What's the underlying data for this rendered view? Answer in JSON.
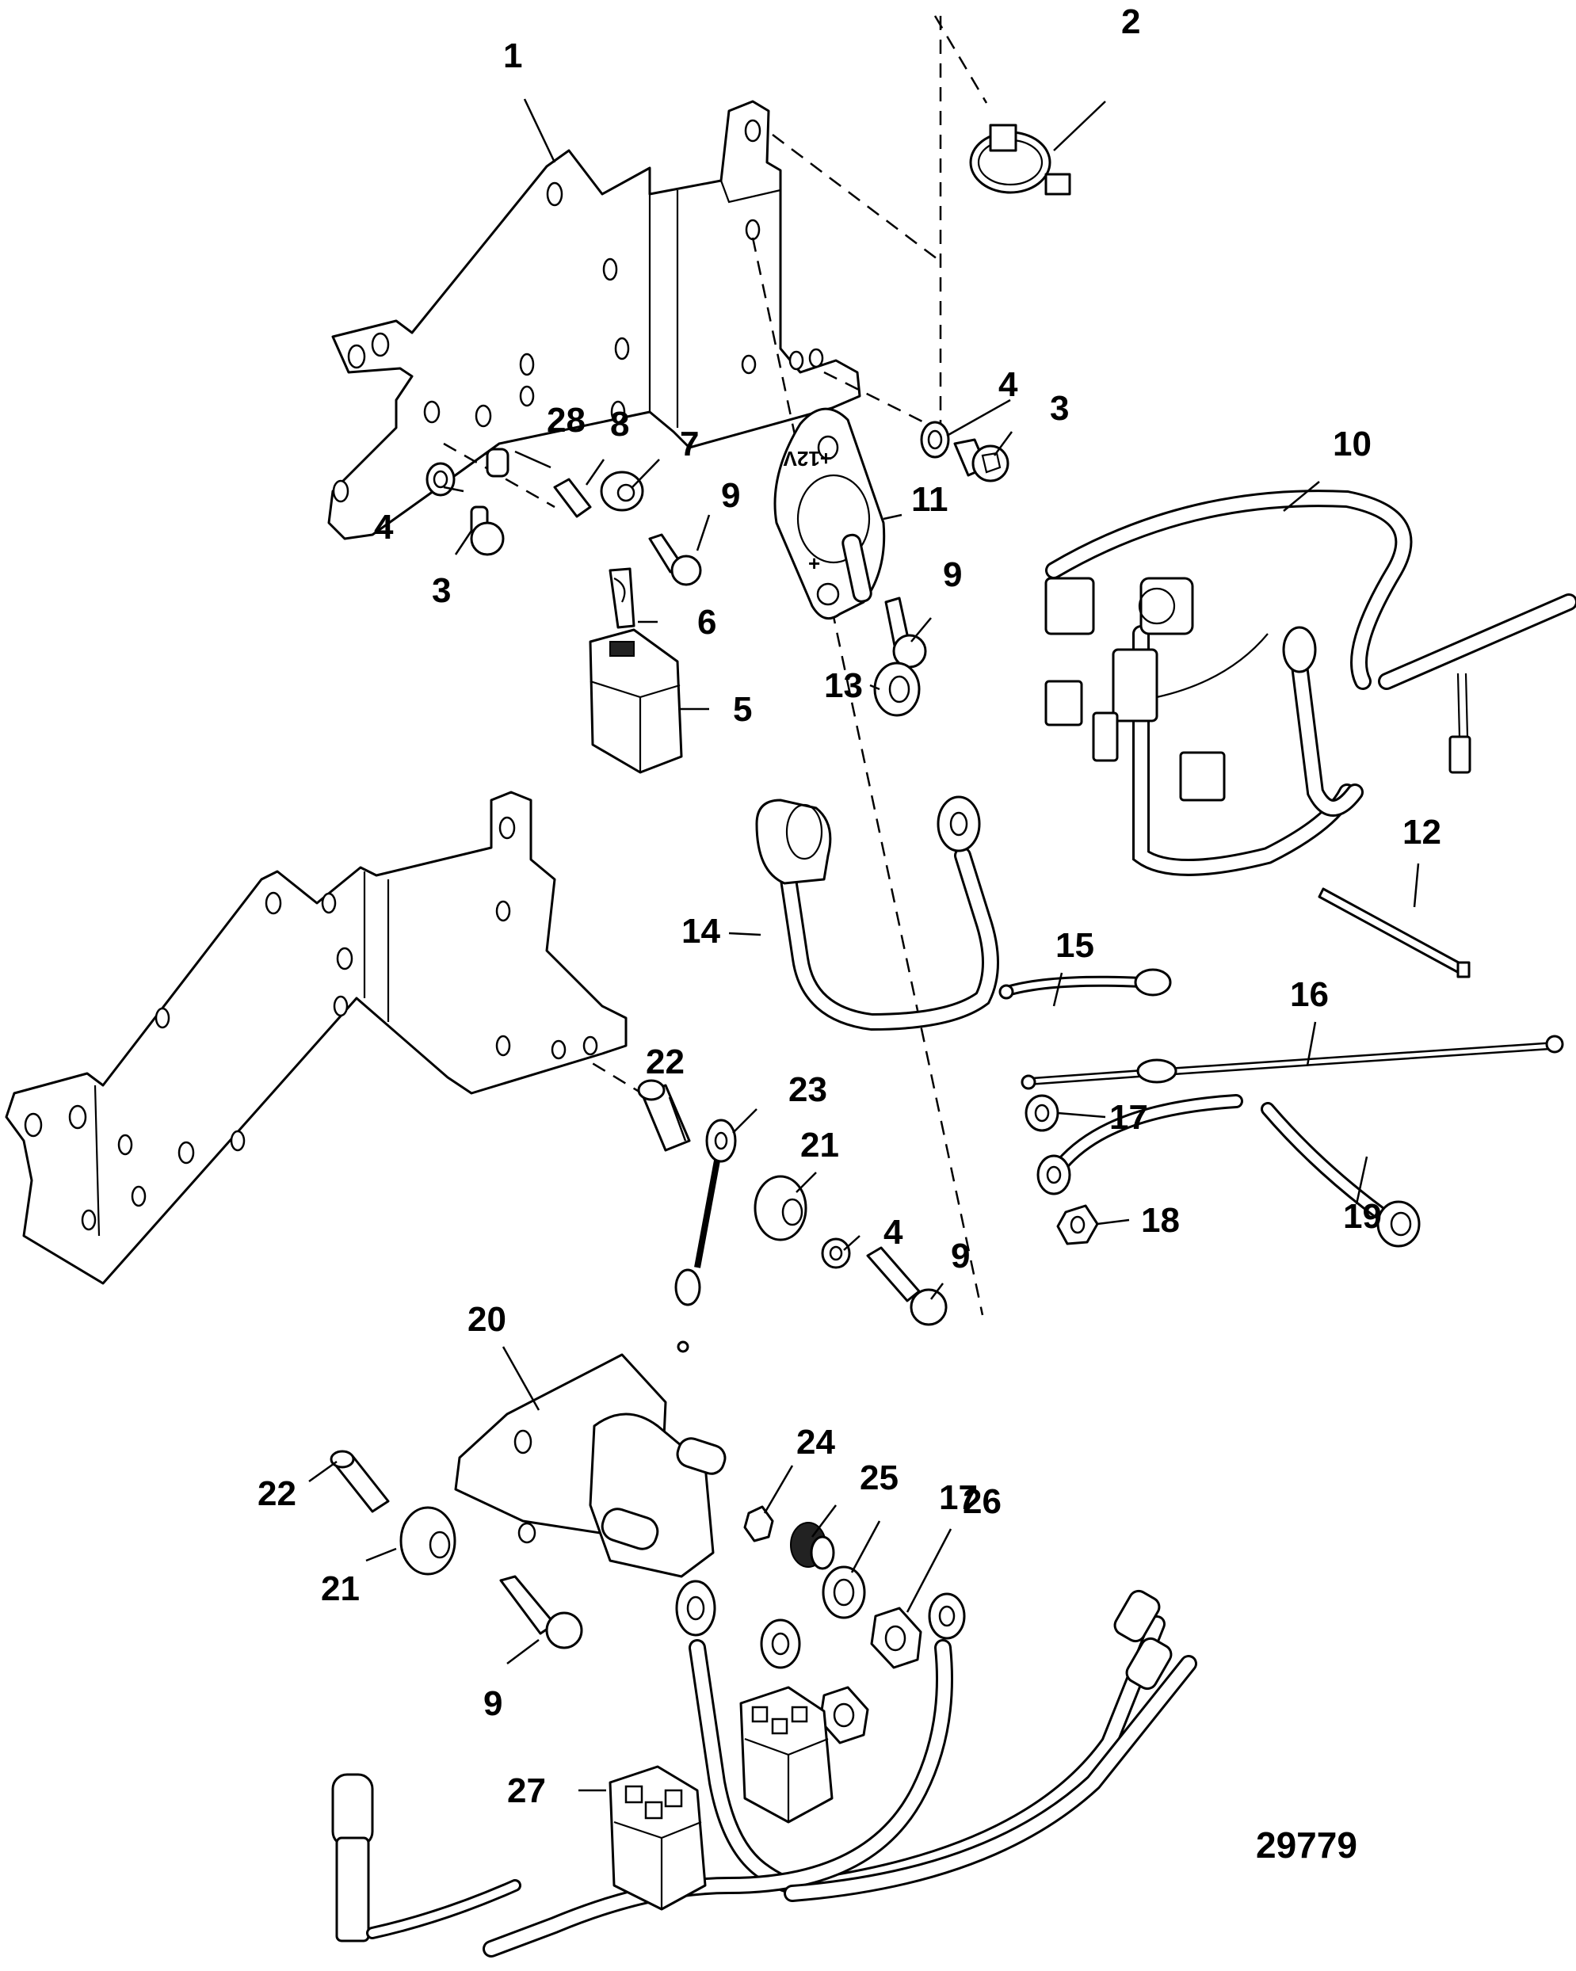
{
  "diagram": {
    "title": "Exploded parts diagram - electrical bracket, relays and harness",
    "figure_id": "29779",
    "part_marking_12v": "+12V",
    "part_marking_plus": "+",
    "callouts": [
      {
        "id": "1",
        "label": "1",
        "part": "bracket-upper"
      },
      {
        "id": "2",
        "label": "2",
        "part": "hose-clamp"
      },
      {
        "id": "3a",
        "label": "3",
        "part": "bolt"
      },
      {
        "id": "3b",
        "label": "3",
        "part": "bolt"
      },
      {
        "id": "4a",
        "label": "4",
        "part": "washer"
      },
      {
        "id": "4b",
        "label": "4",
        "part": "washer"
      },
      {
        "id": "4c",
        "label": "4",
        "part": "washer"
      },
      {
        "id": "5",
        "label": "5",
        "part": "relay"
      },
      {
        "id": "6",
        "label": "6",
        "part": "relay-clip"
      },
      {
        "id": "7",
        "label": "7",
        "part": "grommet"
      },
      {
        "id": "8",
        "label": "8",
        "part": "sleeve"
      },
      {
        "id": "9a",
        "label": "9",
        "part": "screw"
      },
      {
        "id": "9b",
        "label": "9",
        "part": "screw"
      },
      {
        "id": "9c",
        "label": "9",
        "part": "screw"
      },
      {
        "id": "9d",
        "label": "9",
        "part": "screw"
      },
      {
        "id": "10",
        "label": "10",
        "part": "wiring-harness"
      },
      {
        "id": "11",
        "label": "11",
        "part": "circuit-breaker"
      },
      {
        "id": "12",
        "label": "12",
        "part": "cable-tie"
      },
      {
        "id": "13",
        "label": "13",
        "part": "washer"
      },
      {
        "id": "14",
        "label": "14",
        "part": "battery-cable"
      },
      {
        "id": "15",
        "label": "15",
        "part": "wire-lead"
      },
      {
        "id": "16",
        "label": "16",
        "part": "fuse-lead"
      },
      {
        "id": "17a",
        "label": "17",
        "part": "lock-washer"
      },
      {
        "id": "17b",
        "label": "17",
        "part": "lock-washer"
      },
      {
        "id": "18",
        "label": "18",
        "part": "nut"
      },
      {
        "id": "19",
        "label": "19",
        "part": "ground-cable"
      },
      {
        "id": "20",
        "label": "20",
        "part": "starter-solenoid"
      },
      {
        "id": "21a",
        "label": "21",
        "part": "grommet"
      },
      {
        "id": "21b",
        "label": "21",
        "part": "grommet"
      },
      {
        "id": "22a",
        "label": "22",
        "part": "sleeve"
      },
      {
        "id": "22b",
        "label": "22",
        "part": "sleeve"
      },
      {
        "id": "23",
        "label": "23",
        "part": "wire-lead"
      },
      {
        "id": "24",
        "label": "24",
        "part": "nut"
      },
      {
        "id": "25",
        "label": "25",
        "part": "boot"
      },
      {
        "id": "26",
        "label": "26",
        "part": "nut"
      },
      {
        "id": "27",
        "label": "27",
        "part": "relay-harness"
      },
      {
        "id": "28",
        "label": "28",
        "part": "spacer"
      }
    ]
  }
}
